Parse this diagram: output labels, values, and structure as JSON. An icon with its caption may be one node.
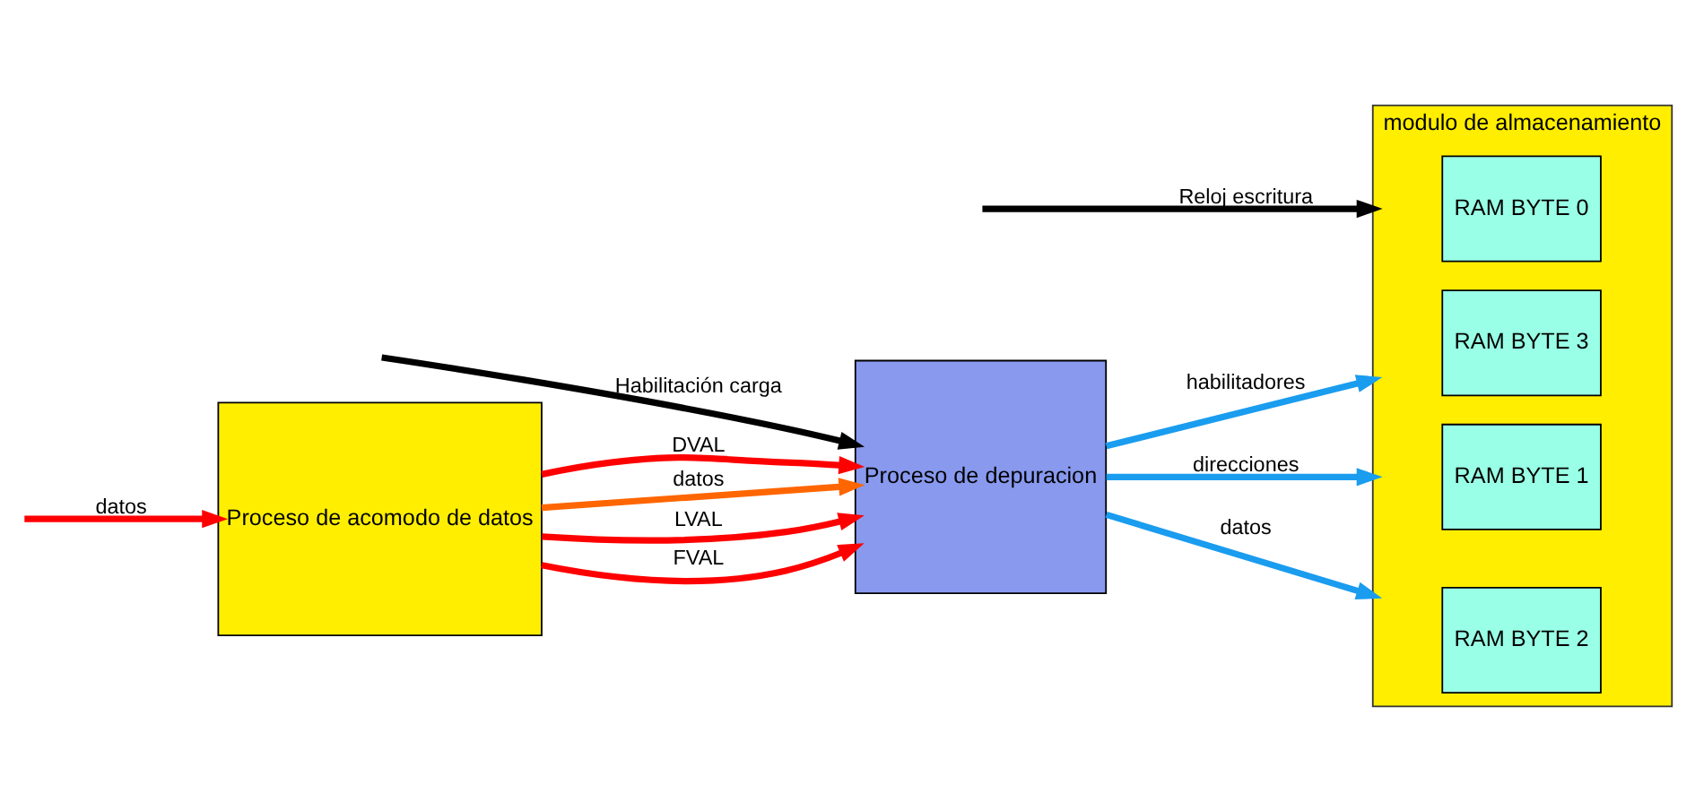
{
  "diagram": {
    "nodes": [
      {
        "text": [
          "Proceso de acomodo de datos"
        ]
      },
      {
        "text": [
          "Proceso de depuracion"
        ]
      },
      {
        "text": [
          "modulo de almacenamiento"
        ]
      },
      {
        "text": [
          "RAM BYTE 0"
        ],
        "in": 2
      },
      {
        "text": [
          "RAM BYTE 1"
        ],
        "in": 2
      },
      {
        "text": [
          "RAM BYTE 2"
        ],
        "in": 2
      },
      {
        "text": [
          "RAM BYTE 3"
        ],
        "in": 2
      }
    ],
    "edges": [
      {
        "from": null,
        "to": 1,
        "arrow": "to",
        "label": "Habilitación carga",
        "color": "#000000"
      },
      {
        "from": null,
        "to": 0,
        "arrow": "to",
        "label": "datos",
        "color": "#ff0000"
      },
      {
        "from": 0,
        "to": 1,
        "arrow": "to",
        "label": "datos",
        "color": "#ff6600"
      },
      {
        "from": 0,
        "to": 1,
        "arrow": "to",
        "label": "LVAL",
        "color": "#ff0000"
      },
      {
        "from": 0,
        "to": 1,
        "arrow": "to",
        "label": "FVAL",
        "color": "#ff0000"
      },
      {
        "from": 0,
        "to": 1,
        "arrow": "to",
        "label": "DVAL",
        "color": "#ff0000"
      },
      {
        "from": null,
        "to": 2,
        "arrow": "to",
        "label": "Reloj escritura",
        "color": "#000000"
      },
      {
        "from": 1,
        "to": 2,
        "arrow": "to",
        "label": "direcciones",
        "color": "#1a9cef"
      },
      {
        "from": 1,
        "to": 2,
        "arrow": "to",
        "label": "datos",
        "color": "#1a9cef"
      },
      {
        "from": 1,
        "to": 2,
        "arrow": "to",
        "label": "habilitadores",
        "color": "#1a9cef"
      }
    ]
  }
}
